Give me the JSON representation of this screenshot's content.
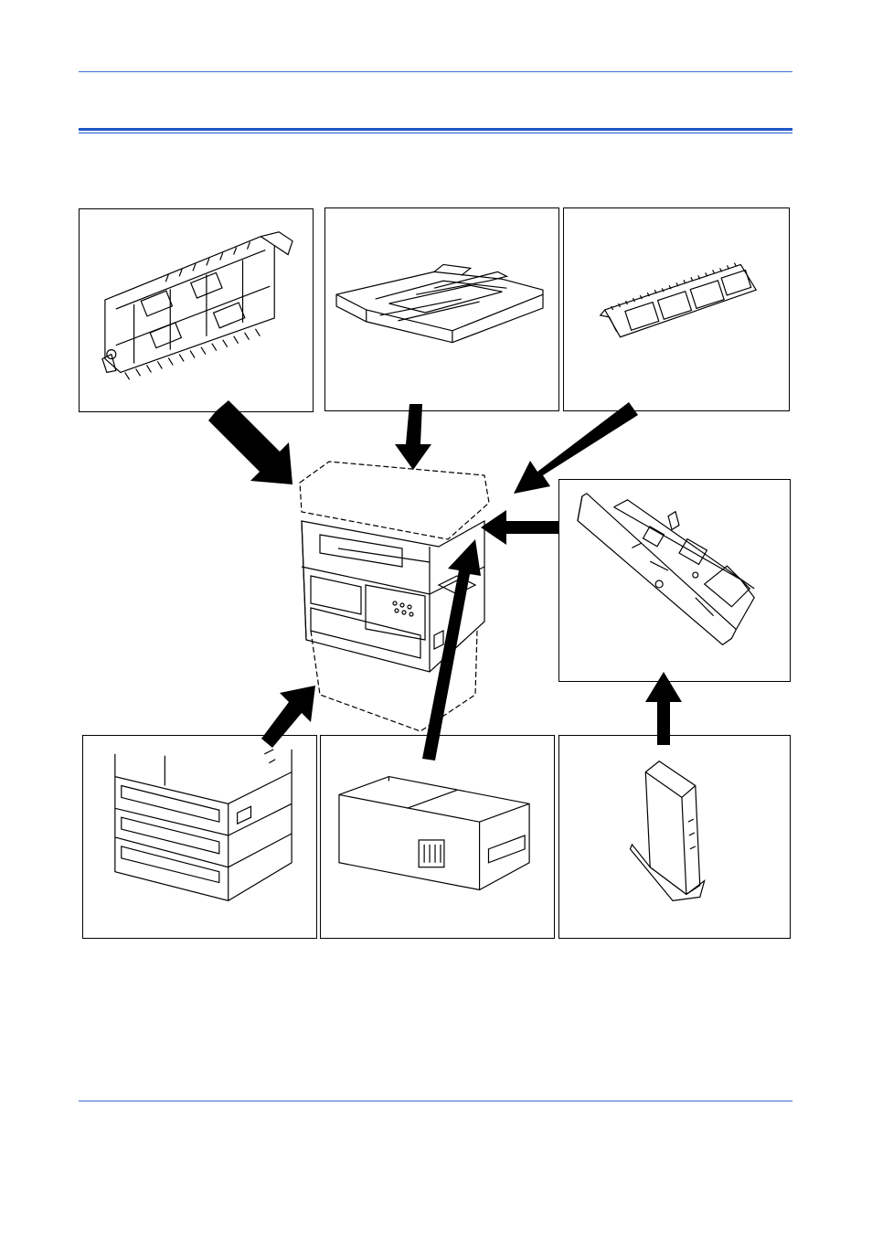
{
  "page": {
    "header_rule_color": "#3a6fd0",
    "section_rule_color": "#1f56c8"
  },
  "diagram": {
    "components": [
      {
        "id": "duplex-unit",
        "icon": "duplex-unit-illustration"
      },
      {
        "id": "document-processor",
        "icon": "document-processor-illustration"
      },
      {
        "id": "memory-module",
        "icon": "memory-module-illustration"
      },
      {
        "id": "network-interface-card",
        "icon": "network-card-illustration"
      },
      {
        "id": "paper-feeder",
        "icon": "paper-feeder-illustration"
      },
      {
        "id": "fax-kit",
        "icon": "fax-kit-illustration"
      },
      {
        "id": "wireless-unit",
        "icon": "wireless-unit-illustration"
      }
    ],
    "center": {
      "id": "copier-main-unit",
      "icon": "copier-illustration"
    },
    "arrow_color": "#000000"
  }
}
